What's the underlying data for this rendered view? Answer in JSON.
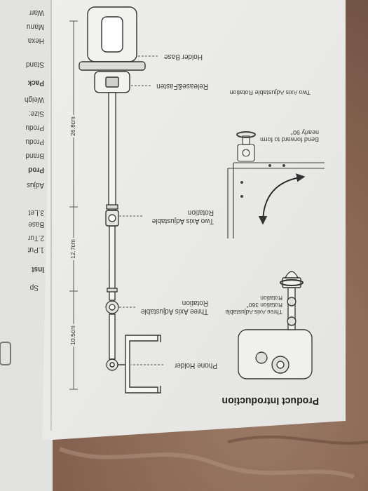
{
  "diagram": {
    "title": "Product Introduction",
    "labels": [
      "Phone Holder",
      "Three Axis Adjustable Rotation",
      "Two Axis Adjustable Rotation",
      "Release&Fasten",
      "Holder Base",
      "Three Axis Adjustable Rotation 360° Rotation",
      "Bend forward to form nearly 90°",
      "Two Axis Adjustable Rotation",
      "10.5cm",
      "12.7cm",
      "26.8cm",
      "Sp",
      "Inst",
      "1.Put",
      "2.Tur",
      "Base",
      "3.Let",
      "Adjus",
      "Prod",
      "Brand",
      "Produ",
      "Produ",
      "Size:",
      "Weigh",
      "Pack",
      "Stand",
      "Hexa",
      "Manu",
      "Warr"
    ]
  }
}
